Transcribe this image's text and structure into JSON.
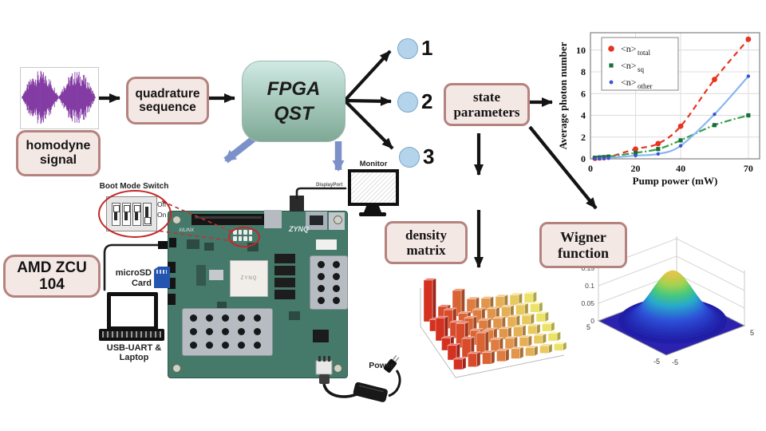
{
  "colors": {
    "box_bg": "#f4e8e5",
    "box_border": "#b5837f",
    "fpga_top": "#cfeae4",
    "fpga_bottom": "#7ea895",
    "fpga_border": "#9db8ae",
    "circle_fill": "#b4d4ec",
    "circle_border": "#79a7c9",
    "arrow_black": "#141414",
    "arrow_blue": "#7c91c9",
    "callout_red": "#c22828",
    "pcb_green": "#45796a",
    "waveform_purple": "#7b2f9e"
  },
  "flow": {
    "homodyne_signal": {
      "line1": "homodyne",
      "line2": "signal"
    },
    "quadrature_sequence": {
      "line1": "quadrature",
      "line2": "sequence"
    },
    "fpga_qst": {
      "line1": "FPGA",
      "line2": "QST"
    },
    "outputs": [
      "1",
      "2",
      "3"
    ],
    "state_parameters": {
      "line1": "state",
      "line2": "parameters"
    },
    "density_matrix": {
      "line1": "density",
      "line2": "matrix"
    },
    "wigner_function": {
      "line1": "Wigner",
      "line2": "function"
    }
  },
  "hardware": {
    "board_label": "AMD ZCU 104",
    "boot_mode_switch": "Boot Mode Switch",
    "switch_off": "Off",
    "switch_on": "On",
    "microsd_line1": "microSD",
    "microsd_line2": "Card",
    "usb_uart": "USB-UART & Laptop",
    "monitor": "Monitor",
    "displayport": "DisplayPort",
    "power": "Power",
    "silkscreen_brand": "XILINX",
    "silkscreen_chip": "ZYNQ",
    "chip_label": "ZYNQ"
  },
  "chart_data": [
    {
      "type": "scatter",
      "title": "",
      "xlabel": "Pump power (mW)",
      "ylabel": "Average photon number",
      "xlim": [
        0,
        75
      ],
      "ylim": [
        0,
        11.6
      ],
      "xticks": [
        0,
        20,
        40,
        70
      ],
      "yticks": [
        0,
        2,
        4,
        6,
        8,
        10
      ],
      "grid": true,
      "legend_position": "top-left",
      "series": [
        {
          "name": "<n>_total",
          "legend_base": "<n>",
          "legend_sub": "total",
          "marker": "circle",
          "line": "dashed",
          "line_color": "#e8331f",
          "marker_color": "#e8331f",
          "x": [
            2,
            4,
            6,
            8,
            20,
            30,
            40,
            55,
            70
          ],
          "y": [
            0.05,
            0.08,
            0.1,
            0.15,
            0.9,
            1.4,
            3.0,
            7.3,
            11.0
          ]
        },
        {
          "name": "<n>_sq",
          "legend_base": "<n>",
          "legend_sub": "sq",
          "marker": "square",
          "line": "dashdot",
          "line_color": "#35a04a",
          "marker_color": "#17703a",
          "x": [
            2,
            4,
            6,
            8,
            20,
            30,
            40,
            55,
            70
          ],
          "y": [
            0.1,
            0.13,
            0.16,
            0.2,
            0.55,
            0.9,
            1.7,
            3.1,
            4.0
          ]
        },
        {
          "name": "<n>_other",
          "legend_base": "<n>",
          "legend_sub": "other",
          "marker": "dot",
          "line": "solid",
          "line_color": "#8ab6f0",
          "marker_color": "#3b50d8",
          "x": [
            2,
            4,
            6,
            8,
            20,
            30,
            40,
            55,
            70
          ],
          "y": [
            0.02,
            0.04,
            0.05,
            0.07,
            0.3,
            0.45,
            1.2,
            4.1,
            7.6
          ]
        }
      ]
    },
    {
      "type": "bar3d",
      "title": "density matrix",
      "colormap": "red-to-yellow",
      "values": [
        [
          1.0,
          0.3,
          0.62,
          0.35,
          0.3,
          0.28,
          0.25,
          0.22
        ],
        [
          0.28,
          0.45,
          0.3,
          0.32,
          0.28,
          0.26,
          0.24,
          0.2
        ],
        [
          0.55,
          0.38,
          0.42,
          0.3,
          0.28,
          0.25,
          0.22,
          0.2
        ],
        [
          0.3,
          0.58,
          0.35,
          0.3,
          0.26,
          0.24,
          0.2,
          0.18
        ],
        [
          0.35,
          0.45,
          0.52,
          0.3,
          0.26,
          0.22,
          0.2,
          0.18
        ],
        [
          0.25,
          0.32,
          0.28,
          0.26,
          0.24,
          0.2,
          0.18,
          0.16
        ]
      ]
    },
    {
      "type": "surface",
      "title": "Wigner function",
      "zticks": [
        0,
        0.05,
        0.1,
        0.15
      ],
      "xrange": [
        -5,
        5
      ],
      "yrange": [
        -5,
        5
      ],
      "peak": 0.145,
      "sigma": 1.3,
      "colormap": "jet",
      "corner_labels": [
        "5",
        "-5",
        "-5",
        "5"
      ]
    }
  ]
}
